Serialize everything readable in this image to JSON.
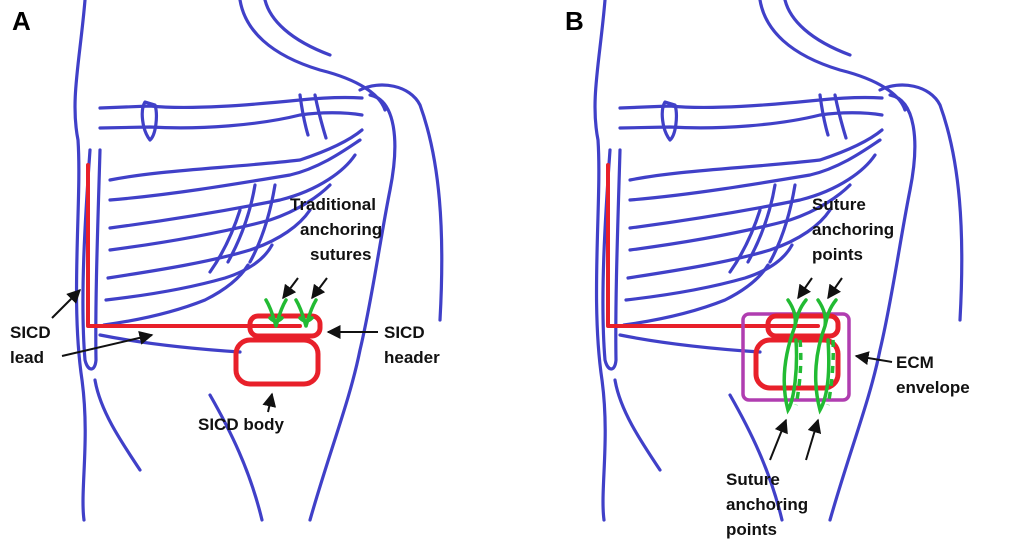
{
  "panels": [
    {
      "letter": "A",
      "labels": {
        "traditional": [
          "Traditional",
          "anchoring",
          "sutures"
        ],
        "lead": [
          "SICD",
          "lead"
        ],
        "header": [
          "SICD",
          "header"
        ],
        "body": "SICD body"
      }
    },
    {
      "letter": "B",
      "labels": {
        "suture_top": [
          "Suture",
          "anchoring",
          "points"
        ],
        "envelope": [
          "ECM",
          "envelope"
        ],
        "suture_bottom": [
          "Suture",
          "anchoring",
          "points"
        ]
      }
    }
  ],
  "colors": {
    "anatomy": "#4040c8",
    "device": "#e8202a",
    "suture": "#22bb33",
    "envelope": "#b03db0"
  }
}
